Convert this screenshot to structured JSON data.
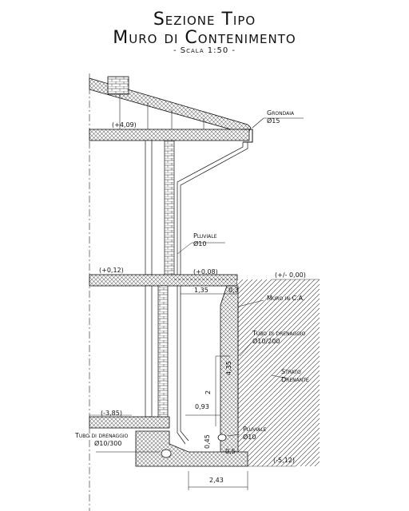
{
  "title": {
    "line1": "Sezione Tipo",
    "line2": "Muro di Contenimento",
    "scale": "- Scala 1:50 -"
  },
  "labels": {
    "grondaia": "Grondaia",
    "grondaia_diam": "Ø15",
    "pluviale_top": "Pluviale",
    "pluviale_top_diam": "Ø10",
    "muro_ca": "Muro in C.A.",
    "tubo_drenaggio_right": "Tubo di drenaggio",
    "tubo_drenaggio_right_diam": "Ø10/200",
    "strato": "Strato",
    "drenante": "Drenante",
    "pluviale_bottom": "Pluviale",
    "pluviale_bottom_diam": "Ø10",
    "tubo_drenaggio_left": "Tubo di drenaggio",
    "tubo_drenaggio_left_diam": "Ø10/300"
  },
  "levels": {
    "roof": "(+4,09)",
    "floor_left": "(+0,12)",
    "floor_right": "(+0,08)",
    "ground": "(+/- 0,00)",
    "basement": "(-3,85)",
    "foundation": "(-5,12)"
  },
  "dims": {
    "w135": "1,35",
    "w03": "0,3",
    "h435": "4,35",
    "h2": "2",
    "w093": "0,93",
    "h045": "0,45",
    "w05": "0,5",
    "w243": "2,43"
  }
}
